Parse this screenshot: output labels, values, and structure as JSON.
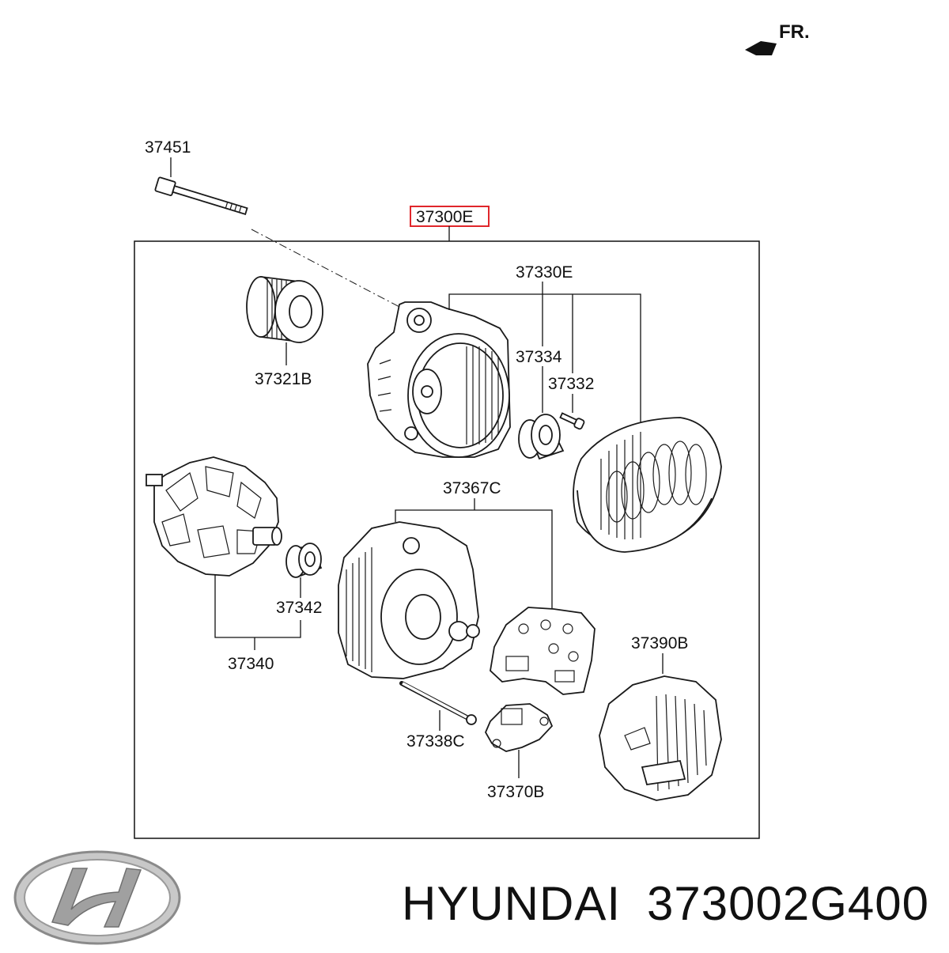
{
  "direction": {
    "label": "FR."
  },
  "assembly": {
    "label": "37300E",
    "highlight_color": "#e0262b"
  },
  "parts": [
    {
      "id": "bolt",
      "label": "37451"
    },
    {
      "id": "pulley",
      "label": "37321B"
    },
    {
      "id": "front-bracket-group",
      "label": "37330E"
    },
    {
      "id": "front-bearing",
      "label": "37334"
    },
    {
      "id": "bracket-screw",
      "label": "37332"
    },
    {
      "id": "rear-bracket-group",
      "label": "37367C"
    },
    {
      "id": "rotor-bearing",
      "label": "37342"
    },
    {
      "id": "rotor-assembly",
      "label": "37340"
    },
    {
      "id": "rear-cover",
      "label": "37390B"
    },
    {
      "id": "through-bolt",
      "label": "37338C"
    },
    {
      "id": "regulator",
      "label": "37370B"
    }
  ],
  "footer": {
    "brand": "HYUNDAI",
    "part_number": "373002G400"
  },
  "colors": {
    "line": "#1a1a1a",
    "logo_silver": "#9a9a9a"
  }
}
